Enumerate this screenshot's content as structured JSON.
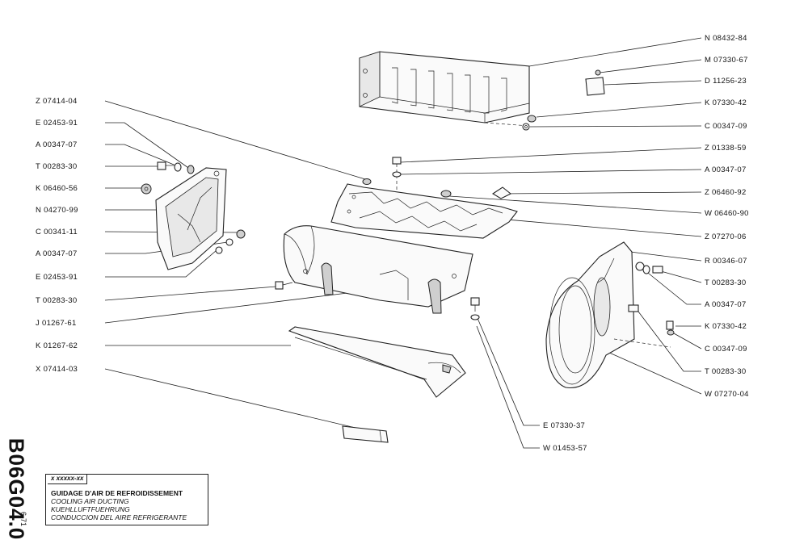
{
  "left_labels": [
    "Z 07414-04",
    "E 02453-91",
    "A 00347-07",
    "T 00283-30",
    "K 06460-56",
    "N 04270-99",
    "C 00341-11",
    "A 00347-07",
    "E 02453-91",
    "T 00283-30",
    "J 01267-61",
    "K 01267-62",
    "X 07414-03"
  ],
  "right_labels": [
    "N 08432-84",
    "M 07330-67",
    "D 11256-23",
    "K 07330-42",
    "C 00347-09",
    "Z 01338-59",
    "A 00347-07",
    "Z 06460-92",
    "W 06460-90",
    "Z 07270-06",
    "R 00346-07",
    "T 00283-30",
    "A 00347-07",
    "K 07330-42",
    "C 00347-09",
    "T 00283-30",
    "W 07270-04"
  ],
  "bottom_labels": [
    "E 07330-37",
    "W 01453-57"
  ],
  "document": {
    "code": "B06G04.0",
    "date": "6-71",
    "ref": "x xxxxx-xx",
    "title_fr": "GUIDAGE D'AIR DE REFROIDISSEMENT",
    "title_en": "COOLING AIR DUCTING",
    "title_de": "KUEHLLUFTFUEHRUNG",
    "title_es": "CONDUCCION DEL AIRE REFRIGERANTE"
  }
}
